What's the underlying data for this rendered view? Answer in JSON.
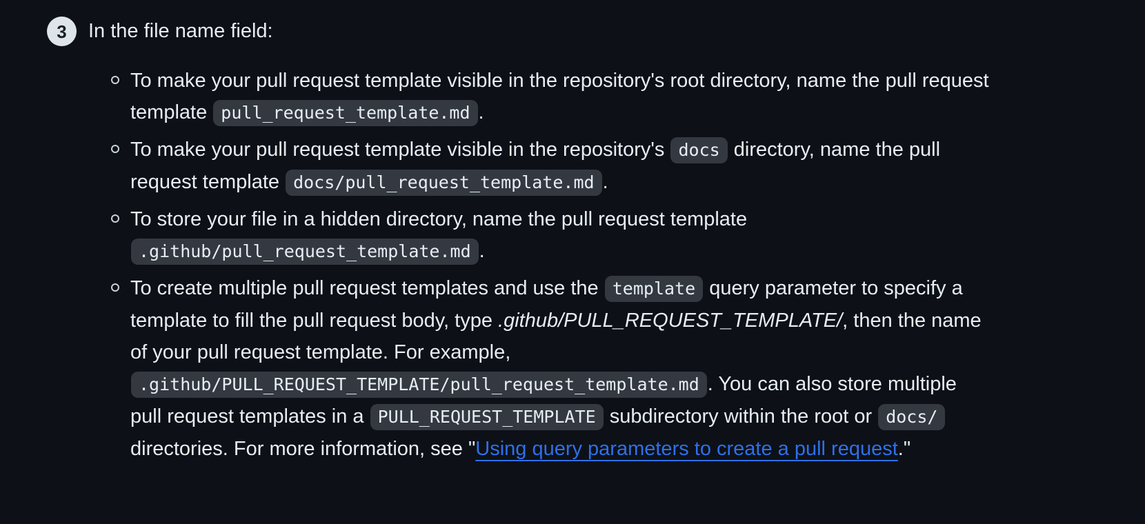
{
  "colors": {
    "background": "#0d1117",
    "text": "#e6edf3",
    "code_bg": "#343941",
    "link": "#2f6feb",
    "badge_bg": "#dde4ea",
    "badge_text": "#1b1f24",
    "bullet_border": "#c9d1d9"
  },
  "step": {
    "number": "3",
    "title": "In the file name field:",
    "items": [
      {
        "segments": [
          {
            "t": "text",
            "v": "To make your pull request template visible in the repository's root directory, name the pull request template "
          },
          {
            "t": "code",
            "v": "pull_request_template.md"
          },
          {
            "t": "text",
            "v": "."
          }
        ]
      },
      {
        "segments": [
          {
            "t": "text",
            "v": "To make your pull request template visible in the repository's "
          },
          {
            "t": "code",
            "v": "docs"
          },
          {
            "t": "text",
            "v": " directory, name the pull request template "
          },
          {
            "t": "code",
            "v": "docs/pull_request_template.md"
          },
          {
            "t": "text",
            "v": "."
          }
        ]
      },
      {
        "segments": [
          {
            "t": "text",
            "v": "To store your file in a hidden directory, name the pull request template "
          },
          {
            "t": "code",
            "v": ".github/pull_request_template.md"
          },
          {
            "t": "text",
            "v": "."
          }
        ]
      },
      {
        "segments": [
          {
            "t": "text",
            "v": "To create multiple pull request templates and use the "
          },
          {
            "t": "code",
            "v": "template"
          },
          {
            "t": "text",
            "v": " query parameter to specify a template to fill the pull request body, type "
          },
          {
            "t": "em",
            "v": ".github/PULL_REQUEST_TEMPLATE/"
          },
          {
            "t": "text",
            "v": ", then the name of your pull request template. For example, "
          },
          {
            "t": "code",
            "v": ".github/PULL_REQUEST_TEMPLATE/pull_request_template.md"
          },
          {
            "t": "text",
            "v": ". You can also store multiple pull request templates in a "
          },
          {
            "t": "code",
            "v": "PULL_REQUEST_TEMPLATE"
          },
          {
            "t": "text",
            "v": " subdirectory within the root or "
          },
          {
            "t": "code",
            "v": "docs/"
          },
          {
            "t": "text",
            "v": " directories. For more information, see \""
          },
          {
            "t": "link",
            "v": "Using query parameters to create a pull request"
          },
          {
            "t": "text",
            "v": ".\""
          }
        ]
      }
    ]
  }
}
